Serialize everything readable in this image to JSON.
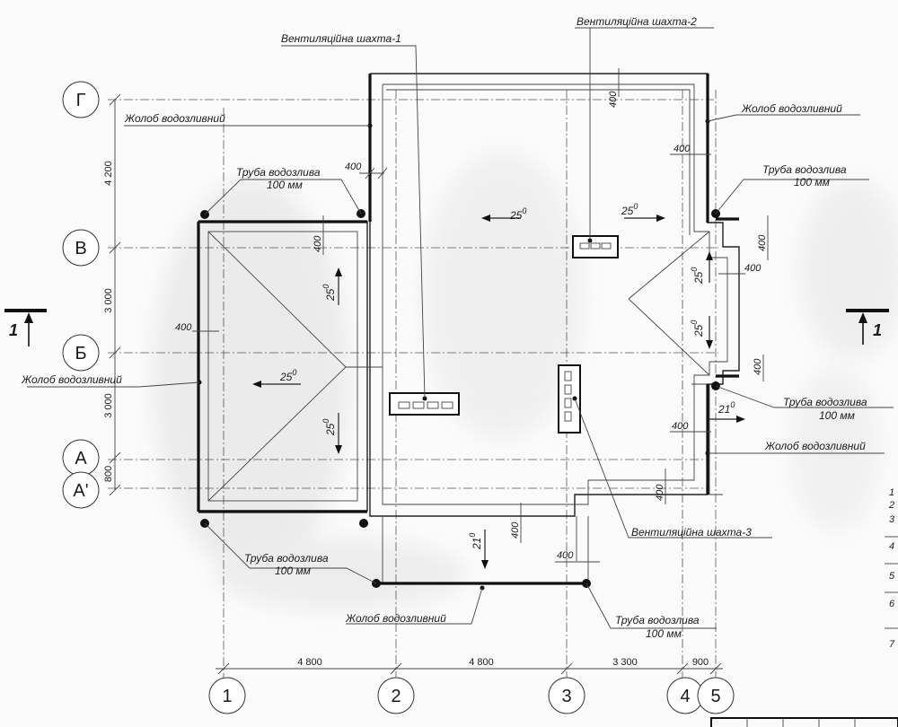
{
  "axes_rows": {
    "g": "Г",
    "v": "В",
    "b": "Б",
    "a": "А",
    "a1": "А'"
  },
  "axes_cols": [
    "1",
    "2",
    "3",
    "4",
    "5"
  ],
  "dims_vertical": [
    "4 200",
    "3 000",
    "3 000",
    "800"
  ],
  "dims_horizontal": [
    "4 800",
    "4 800",
    "3 300",
    "900"
  ],
  "dims_local": {
    "d400": "400"
  },
  "labels": {
    "vent1": "Вентиляційна шахта-1",
    "vent2": "Вентиляційна шахта-2",
    "vent3": "Вентиляційна шахта-3",
    "gutter": "Жолоб водозливний",
    "pipe": "Труба водозлива",
    "pipe_size": "100 мм"
  },
  "slopes": {
    "s25": "25",
    "s21": "21",
    "deg": "0"
  },
  "section": {
    "label": "1"
  },
  "side_numbers": [
    "1",
    "2",
    "3",
    "4",
    "5",
    "6",
    "7"
  ]
}
